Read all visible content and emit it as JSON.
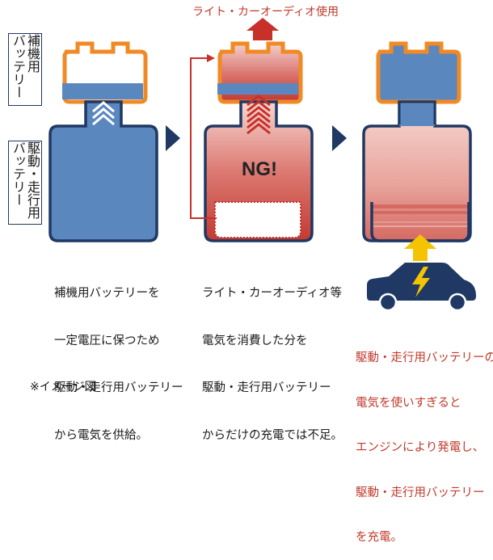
{
  "top_label": "ライト・カーオーディオ使用",
  "label_aux": [
    "補機用",
    "バッテリー"
  ],
  "label_drive": [
    "駆動・走行用",
    "バッテリー"
  ],
  "ng_text": "NG!",
  "caption1": [
    "補機用バッテリーを",
    "一定電圧に保つため",
    "駆動・走行用バッテリー",
    "から電気を供給。"
  ],
  "caption2": [
    "ライト・カーオーディオ等",
    "電気を消費した分を",
    "駆動・走行用バッテリー",
    "からだけの充電では不足。"
  ],
  "caption3": [
    "駆動・走行用バッテリーの",
    "電気を使いすぎると",
    "エンジンにより発電し、",
    "駆動・走行用バッテリー",
    "を充電。"
  ],
  "footnote": "※イメージ図",
  "colors": {
    "orange": "#f08a24",
    "blue": "#5b87bf",
    "navy": "#1f3864",
    "red": "#c8302a",
    "yellow": "#f5c400"
  }
}
